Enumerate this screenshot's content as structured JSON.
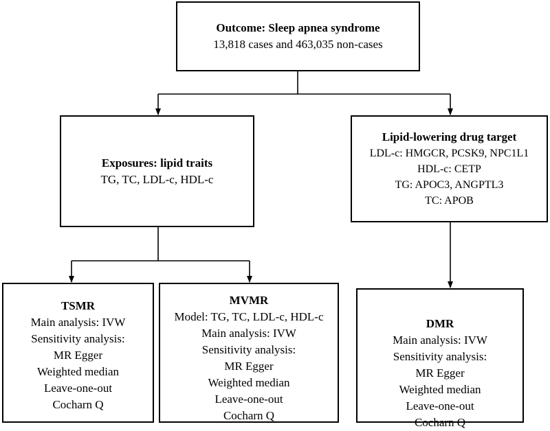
{
  "outcome": {
    "title": "Outcome: Sleep apnea syndrome",
    "detail": "13,818 cases and 463,035 non-cases"
  },
  "exposures": {
    "title": "Exposures: lipid traits",
    "detail": "TG, TC, LDL-c, HDL-c"
  },
  "drug_target": {
    "title": "Lipid-lowering drug target",
    "lines": [
      "LDL-c: HMGCR, PCSK9, NPC1L1",
      "HDL-c: CETP",
      "TG: APOC3, ANGPTL3",
      "TC: APOB"
    ]
  },
  "tsmr": {
    "title": "TSMR",
    "lines": [
      "Main analysis: IVW",
      "Sensitivity analysis:",
      "MR Egger",
      "Weighted median",
      "Leave-one-out",
      "Cocharn Q"
    ]
  },
  "mvmr": {
    "title": "MVMR",
    "lines": [
      "Model: TG, TC, LDL-c, HDL-c",
      "Main analysis: IVW",
      "Sensitivity analysis:",
      "MR Egger",
      "Weighted median",
      "Leave-one-out",
      "Cocharn Q"
    ]
  },
  "dmr": {
    "title": "DMR",
    "lines": [
      "Main analysis: IVW",
      "Sensitivity analysis:",
      "MR Egger",
      "Weighted median",
      "Leave-one-out",
      "Cocharn Q"
    ]
  }
}
